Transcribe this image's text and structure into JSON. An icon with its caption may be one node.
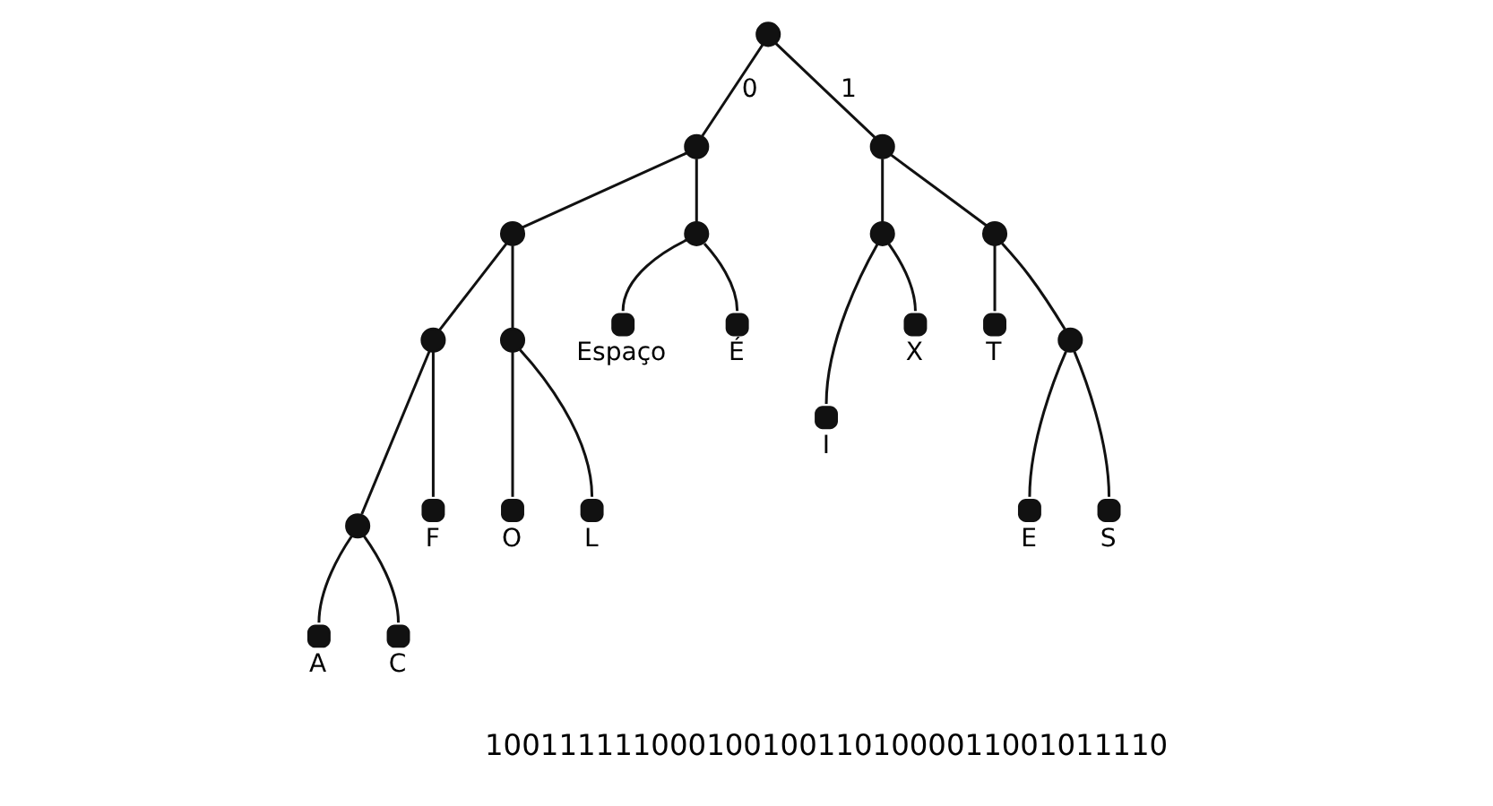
{
  "diagram": {
    "nodes": [
      {
        "text": [],
        "shape": "circle"
      },
      {
        "text": [],
        "shape": "circle"
      },
      {
        "text": [],
        "shape": "circle"
      },
      {
        "text": [],
        "shape": "circle"
      },
      {
        "text": [],
        "shape": "circle"
      },
      {
        "text": [],
        "shape": "circle"
      },
      {
        "text": [],
        "shape": "circle"
      },
      {
        "text": [],
        "shape": "circle"
      },
      {
        "text": [],
        "shape": "circle"
      },
      {
        "text": [],
        "shape": "circle",
        "beside": [
          "Espaço"
        ]
      },
      {
        "text": [],
        "shape": "circle",
        "beside": [
          "É"
        ]
      },
      {
        "text": [],
        "shape": "circle",
        "beside": [
          "I"
        ]
      },
      {
        "text": [],
        "shape": "circle",
        "beside": [
          "X"
        ]
      },
      {
        "text": [],
        "shape": "circle",
        "beside": [
          "T"
        ]
      },
      {
        "text": [],
        "shape": "circle"
      },
      {
        "text": [],
        "shape": "circle"
      },
      {
        "text": [],
        "shape": "circle",
        "beside": [
          "F"
        ]
      },
      {
        "text": [],
        "shape": "circle",
        "beside": [
          "O"
        ]
      },
      {
        "text": [],
        "shape": "circle",
        "beside": [
          "L"
        ]
      },
      {
        "text": [],
        "shape": "circle",
        "beside": [
          "E"
        ]
      },
      {
        "text": [],
        "shape": "circle",
        "beside": [
          "S"
        ]
      },
      {
        "text": [],
        "shape": "circle",
        "beside": [
          "A"
        ]
      },
      {
        "text": [],
        "shape": "circle",
        "beside": [
          "C"
        ]
      }
    ],
    "edges": [
      {
        "from": 0,
        "to": 1,
        "arrow": "none",
        "label": "0"
      },
      {
        "from": 0,
        "to": 2,
        "arrow": "none",
        "label": "1"
      },
      {
        "from": 1,
        "to": 3,
        "arrow": "none"
      },
      {
        "from": 1,
        "to": 4,
        "arrow": "none"
      },
      {
        "from": 2,
        "to": 5,
        "arrow": "none"
      },
      {
        "from": 2,
        "to": 6,
        "arrow": "none"
      },
      {
        "from": 3,
        "to": 7,
        "arrow": "none"
      },
      {
        "from": 3,
        "to": 8,
        "arrow": "none"
      },
      {
        "from": 4,
        "to": 9,
        "arrow": "none"
      },
      {
        "from": 4,
        "to": 10,
        "arrow": "none"
      },
      {
        "from": 5,
        "to": 11,
        "arrow": "none"
      },
      {
        "from": 5,
        "to": 12,
        "arrow": "none"
      },
      {
        "from": 6,
        "to": 13,
        "arrow": "none"
      },
      {
        "from": 6,
        "to": 14,
        "arrow": "none"
      },
      {
        "from": 7,
        "to": 15,
        "arrow": "none"
      },
      {
        "from": 7,
        "to": 16,
        "arrow": "none"
      },
      {
        "from": 8,
        "to": 17,
        "arrow": "none"
      },
      {
        "from": 8,
        "to": 18,
        "arrow": "none"
      },
      {
        "from": 14,
        "to": 19,
        "arrow": "none"
      },
      {
        "from": 14,
        "to": 20,
        "arrow": "none"
      },
      {
        "from": 15,
        "to": 21,
        "arrow": "none"
      },
      {
        "from": 15,
        "to": 22,
        "arrow": "none"
      }
    ],
    "labels": [
      "1001111110001001001101000011001011110"
    ]
  }
}
